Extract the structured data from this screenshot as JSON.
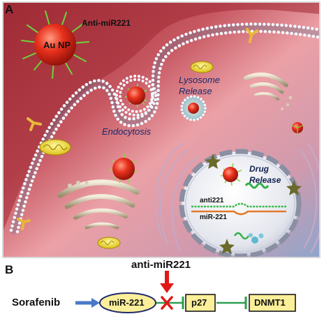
{
  "panel_a": {
    "label": "A",
    "np_target_label": "Anti-miR221",
    "np_core_label": "Au NP",
    "endocytosis_label": "Endocytosis",
    "lysosome_label_line1": "Lysosome",
    "lysosome_label_line2": "Release",
    "drug_label_line1": "Drug",
    "drug_label_line2": "Release",
    "anti221_label": "anti221",
    "mir221_label": "miR-221"
  },
  "panel_b": {
    "label": "B",
    "inhibitor_label": "anti-miR221",
    "drug_label": "Sorafenib",
    "mirna_node": "miR-221",
    "target_node": "p27",
    "downstream_node": "DNMT1"
  },
  "colors": {
    "cytoplasm_red": "#b03c44",
    "cytoplasm_pink": "#e89aa0",
    "nucleus_blue": "#9aa6c8",
    "nanoparticle_red": "#e02818",
    "inhibit_green": "#2e9e52",
    "arrow_blue": "#4a78c8",
    "block_red": "#e01818",
    "box_yellow": "#fcef9a"
  }
}
